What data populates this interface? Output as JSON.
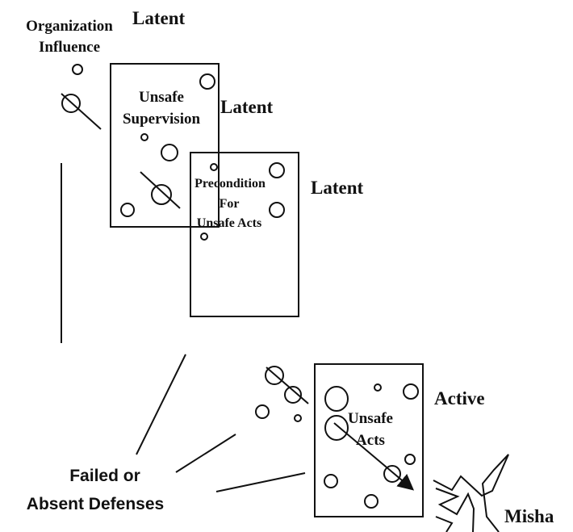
{
  "labels": {
    "org_line1": "Organization",
    "org_line2": "Influence",
    "latent_1": "Latent",
    "latent_2": "Latent",
    "latent_3": "Latent",
    "unsafe_supervision_line1": "Unsafe",
    "unsafe_supervision_line2": "Supervision",
    "precondition_line1": "Precondition",
    "precondition_line2": "For",
    "precondition_line3": "Unsafe Acts",
    "unsafe_acts_line1": "Unsafe",
    "unsafe_acts_line2": "Acts",
    "active": "Active",
    "failed_line1": "Failed or",
    "failed_line2": "Absent Defenses",
    "mishap": "Misha"
  }
}
